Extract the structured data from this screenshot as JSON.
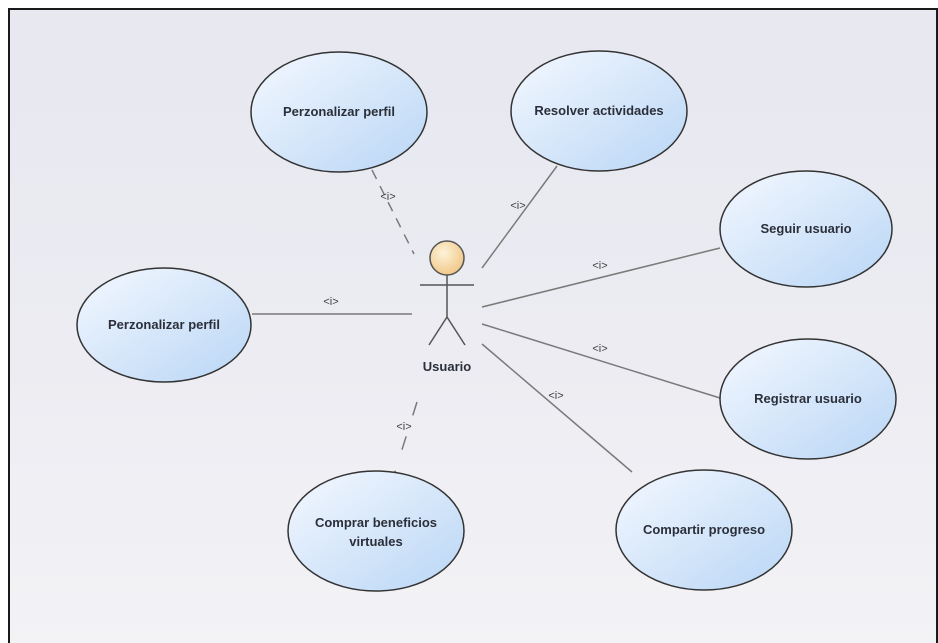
{
  "actor": {
    "name": "Usuario"
  },
  "use_cases": [
    {
      "id": "uc1",
      "label_lines": [
        "Perzonalizar perfil"
      ]
    },
    {
      "id": "uc2",
      "label_lines": [
        "Resolver actividades"
      ]
    },
    {
      "id": "uc3",
      "label_lines": [
        "Seguir usuario"
      ]
    },
    {
      "id": "uc4",
      "label_lines": [
        "Perzonalizar perfil"
      ]
    },
    {
      "id": "uc5",
      "label_lines": [
        "Registrar usuario"
      ]
    },
    {
      "id": "uc6",
      "label_lines": [
        "Comprar beneficios",
        "virtuales"
      ]
    },
    {
      "id": "uc7",
      "label_lines": [
        "Compartir progreso"
      ]
    }
  ],
  "relations": [
    {
      "to": "uc1",
      "stereotype": "<i>"
    },
    {
      "to": "uc2",
      "stereotype": "<i>"
    },
    {
      "to": "uc3",
      "stereotype": "<i>"
    },
    {
      "to": "uc4",
      "stereotype": "<i>"
    },
    {
      "to": "uc5",
      "stereotype": "<i>"
    },
    {
      "to": "uc7",
      "stereotype": "<i>"
    },
    {
      "to": "uc6",
      "stereotype": "<i>"
    }
  ],
  "colors": {
    "ellipse_fill_light": "#f4f8ff",
    "ellipse_fill_dark": "#b9d6f5",
    "ellipse_stroke": "#333333",
    "line": "#7a7a7a",
    "actor_head_light": "#fdf3d8",
    "actor_head_dark": "#f1c98a"
  }
}
